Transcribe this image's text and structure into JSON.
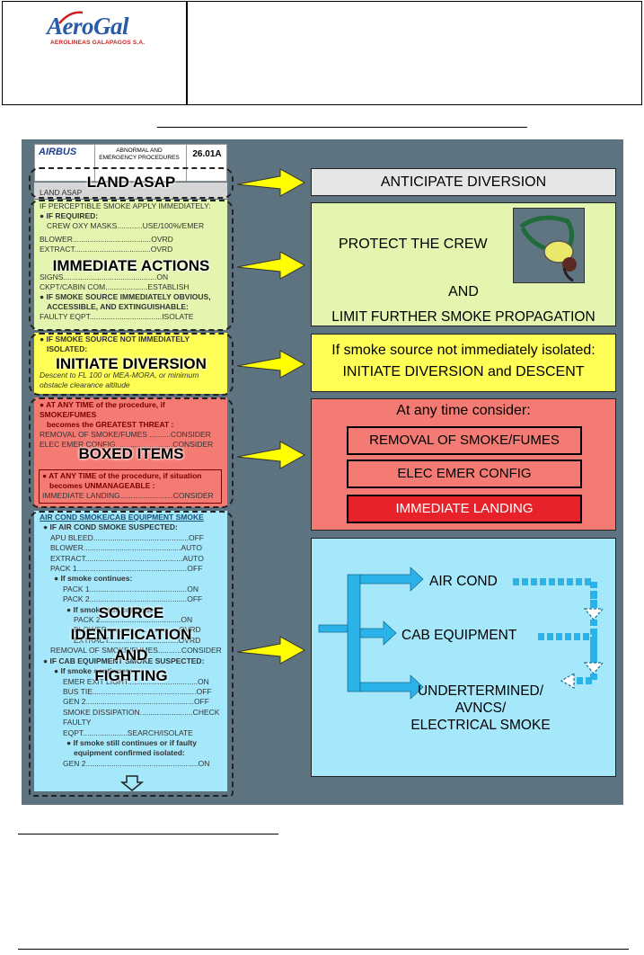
{
  "header": {
    "logo_word": "AeroGal",
    "logo_sub": "AEROLINEAS GALAPAGOS S.A."
  },
  "fcom": {
    "brand": "AIRBUS",
    "title_line1": "ABNORMAL AND",
    "title_line2": "EMERGENCY PROCEDURES",
    "code": "26.01A",
    "land_asap": "LAND ASAP",
    "immediate_lines": [
      "IF PERCEPTIBLE SMOKE APPLY IMMEDIATELY:",
      "● IF REQUIRED:",
      "CREW OXY MASKS............USE/100%/EMER",
      "BLOWER.....................................OVRD",
      "EXTRACT....................................OVRD",
      "SIGNS............................................ON",
      "CKPT/CABIN COM....................ESTABLISH",
      "● IF SMOKE SOURCE IMMEDIATELY OBVIOUS,",
      "ACCESSIBLE, AND EXTINGUISHABLE:",
      "FAULTY EQPT..................................ISOLATE"
    ],
    "diversion_lines": [
      "● IF SMOKE SOURCE NOT IMMEDIATELY",
      "ISOLATED:",
      "Descent to FL 100 or MEA-MORA, or minimum",
      "obstacle clearance altitude"
    ],
    "boxed_lines_1": [
      "● AT ANY TIME of the procedure, if SMOKE/FUMES",
      "becomes the GREATEST THREAT :",
      "REMOVAL OF SMOKE/FUMES ..........CONSIDER",
      "ELEC EMER CONFIG...........................CONSIDER"
    ],
    "boxed_lines_2": [
      "● AT ANY TIME of the procedure, if situation",
      "becomes UNMANAGEABLE :",
      "IMMEDIATE LANDING.........................CONSIDER"
    ],
    "source_lines": [
      "AIR COND SMOKE/CAB EQUIPMENT SMOKE",
      "● IF AIR COND SMOKE SUSPECTED:",
      "APU BLEED.............................................OFF",
      "BLOWER..............................................AUTO",
      "EXTRACT..............................................AUTO",
      "PACK 1....................................................OFF",
      "● If smoke continues:",
      "PACK 1..............................................ON",
      "PACK 2..............................................OFF",
      "● If smoke still continues:",
      "PACK 2......................................ON",
      "BLOWER..................................OVRD",
      "EXTRACT.................................OVRD",
      "REMOVAL OF SMOKE/FUMES...........CONSIDER",
      "● IF CAB EQUIPMENT SMOKE SUSPECTED:",
      "● If smoke continues:",
      "EMER EXIT LIGHT.................................ON",
      "BUS TIE.................................................OFF",
      "GEN 2...................................................OFF",
      "SMOKE DISSIPATION.........................CHECK",
      "FAULTY EQPT.....................SEARCH/ISOLATE",
      "● If smoke still continues or if faulty",
      "equipment confirmed isolated:",
      "GEN 2.....................................................ON"
    ]
  },
  "labels": {
    "land_asap": "LAND ASAP",
    "immediate_actions": "IMMEDIATE ACTIONS",
    "initiate_diversion": "INITIATE DIVERSION",
    "boxed_items": "BOXED ITEMS",
    "source_1": "SOURCE",
    "source_2": "IDENTIFICATION",
    "source_3": "AND",
    "source_4": "FIGHTING"
  },
  "right": {
    "anticipate": "ANTICIPATE DIVERSION",
    "protect": "PROTECT THE CREW",
    "and": "AND",
    "limit": "LIMIT FURTHER SMOKE PROPAGATION",
    "div_line1": "If smoke source not immediately isolated:",
    "div_line2": "INITIATE DIVERSION and DESCENT",
    "consider_title": "At any time consider:",
    "consider_1": "REMOVAL OF SMOKE/FUMES",
    "consider_2": "ELEC EMER CONFIG",
    "consider_3": "IMMEDIATE LANDING",
    "air_cond": "AIR COND",
    "cab_equipment": "CAB EQUIPMENT",
    "undetermined_1": "UNDERTERMINED/",
    "undetermined_2": "AVNCS/",
    "undetermined_3": "ELECTRICAL SMOKE"
  },
  "colors": {
    "land": "#e6e6e6",
    "immediate": "#e4f5b0",
    "diversion": "#ffff55",
    "boxed": "#f47b73",
    "boxed_emph": "#e8222a",
    "source": "#a6e8fb",
    "background": "#5e7380",
    "arrow": "#ffff00",
    "flow_arrow": "#29b3e8"
  }
}
